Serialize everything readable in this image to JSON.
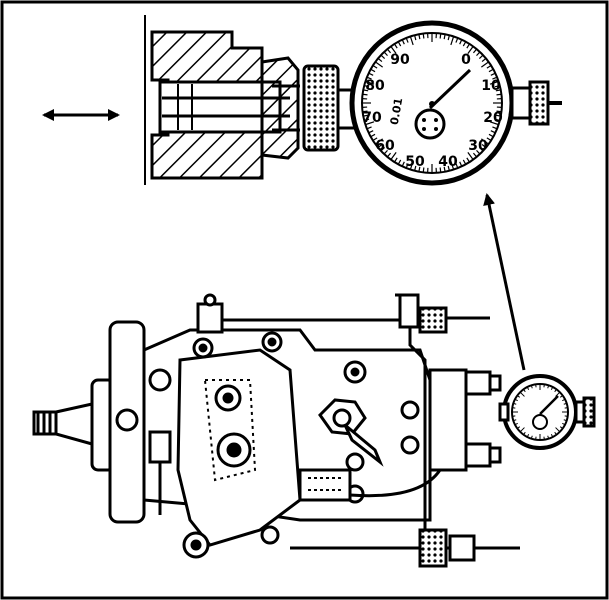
{
  "diagram": {
    "style": "black line-art technical illustration",
    "colors": {
      "ink": "#000000",
      "paper": "#ffffff"
    },
    "dial_gauge": {
      "scale_labels": [
        "0",
        "10",
        "20",
        "30",
        "40",
        "50",
        "60",
        "70",
        "80",
        "90"
      ],
      "face_label": "0.01"
    },
    "icons": {
      "movement_arrow": "double-headed-arrow",
      "callout_arrow": "single-headed-arrow"
    }
  }
}
